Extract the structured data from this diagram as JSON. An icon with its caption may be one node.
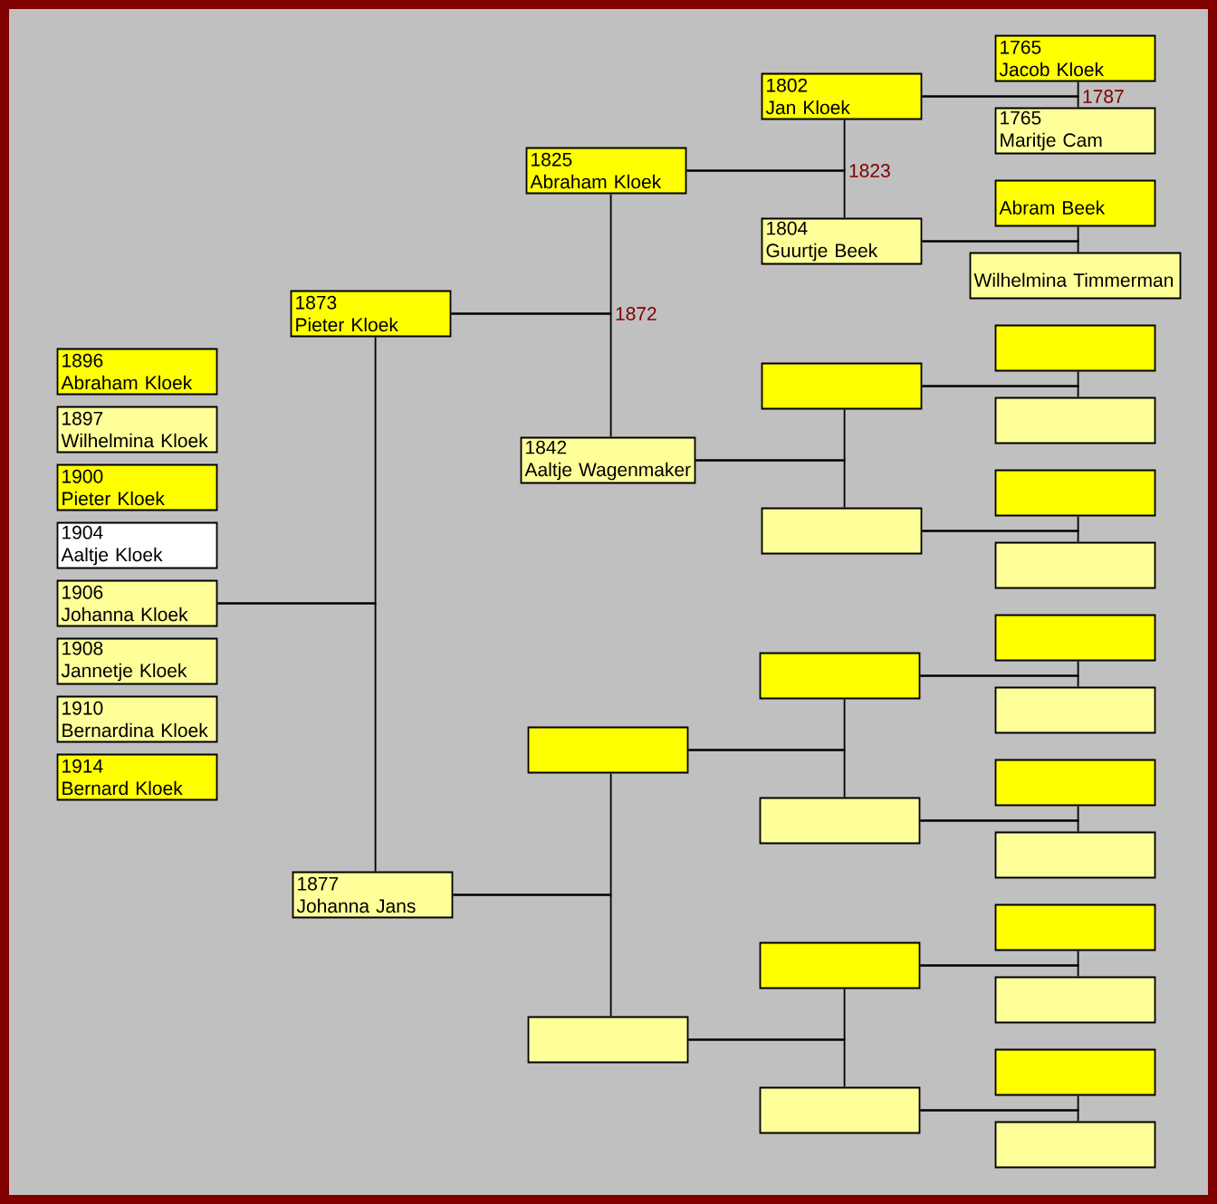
{
  "diagram": {
    "nodes": [
      {
        "text": [
          "1896",
          "Abraham Kloek"
        ]
      },
      {
        "text": [
          "1897",
          "Wilhelmina Kloek"
        ]
      },
      {
        "text": [
          "1900",
          "Pieter Kloek"
        ]
      },
      {
        "text": [
          "1904",
          "Aaltje Kloek"
        ]
      },
      {
        "text": [
          "1906",
          "Johanna Kloek"
        ]
      },
      {
        "text": [
          "1908",
          "Jannetje Kloek"
        ]
      },
      {
        "text": [
          "1910",
          "Bernardina Kloek"
        ]
      },
      {
        "text": [
          "1914",
          "Bernard Kloek"
        ]
      },
      {
        "text": [
          "1873",
          "Pieter Kloek"
        ]
      },
      {
        "text": [
          "1877",
          "Johanna Jans"
        ]
      },
      {
        "text": [
          "1825",
          "Abraham Kloek"
        ]
      },
      {
        "text": [
          "1842",
          "Aaltje Wagenmaker"
        ]
      },
      {
        "text": [],
        "shape": "box"
      },
      {
        "text": [],
        "shape": "box"
      },
      {
        "text": [
          "1802",
          "Jan Kloek"
        ]
      },
      {
        "text": [
          "1804",
          "Guurtje Beek"
        ]
      },
      {
        "text": [],
        "shape": "box"
      },
      {
        "text": [],
        "shape": "box"
      },
      {
        "text": [],
        "shape": "box"
      },
      {
        "text": [],
        "shape": "box"
      },
      {
        "text": [],
        "shape": "box"
      },
      {
        "text": [],
        "shape": "box"
      },
      {
        "text": [
          "1765",
          "Jacob Kloek"
        ]
      },
      {
        "text": [
          "1765",
          "Maritje Cam"
        ]
      },
      {
        "text": [
          "Abram Beek"
        ]
      },
      {
        "text": [
          "Wilhelmina Timmerman"
        ]
      },
      {
        "text": [],
        "shape": "box"
      },
      {
        "text": [],
        "shape": "box"
      },
      {
        "text": [],
        "shape": "box"
      },
      {
        "text": [],
        "shape": "box"
      },
      {
        "text": [],
        "shape": "box"
      },
      {
        "text": [],
        "shape": "box"
      },
      {
        "text": [],
        "shape": "box"
      },
      {
        "text": [],
        "shape": "box"
      },
      {
        "text": [],
        "shape": "box"
      },
      {
        "text": [],
        "shape": "box"
      },
      {
        "text": [],
        "shape": "box"
      },
      {
        "text": [],
        "shape": "box"
      }
    ],
    "edges": [
      {
        "from": 4,
        "to": 8,
        "arrow": "none"
      },
      {
        "from": 4,
        "to": 9,
        "arrow": "none"
      },
      {
        "from": 8,
        "to": 10,
        "arrow": "none",
        "label": "1872"
      },
      {
        "from": 8,
        "to": 11,
        "arrow": "none"
      },
      {
        "from": 9,
        "to": 12,
        "arrow": "none"
      },
      {
        "from": 9,
        "to": 13,
        "arrow": "none"
      },
      {
        "from": 10,
        "to": 14,
        "arrow": "none",
        "label": "1823"
      },
      {
        "from": 10,
        "to": 15,
        "arrow": "none"
      },
      {
        "from": 11,
        "to": 16,
        "arrow": "none"
      },
      {
        "from": 11,
        "to": 17,
        "arrow": "none"
      },
      {
        "from": 12,
        "to": 18,
        "arrow": "none"
      },
      {
        "from": 12,
        "to": 19,
        "arrow": "none"
      },
      {
        "from": 13,
        "to": 20,
        "arrow": "none"
      },
      {
        "from": 13,
        "to": 21,
        "arrow": "none"
      },
      {
        "from": 14,
        "to": 22,
        "arrow": "none",
        "label": "1787"
      },
      {
        "from": 14,
        "to": 23,
        "arrow": "none"
      },
      {
        "from": 15,
        "to": 24,
        "arrow": "none"
      },
      {
        "from": 15,
        "to": 25,
        "arrow": "none"
      },
      {
        "from": 16,
        "to": 26,
        "arrow": "none"
      },
      {
        "from": 16,
        "to": 27,
        "arrow": "none"
      },
      {
        "from": 17,
        "to": 28,
        "arrow": "none"
      },
      {
        "from": 17,
        "to": 29,
        "arrow": "none"
      },
      {
        "from": 18,
        "to": 30,
        "arrow": "none"
      },
      {
        "from": 18,
        "to": 31,
        "arrow": "none"
      },
      {
        "from": 19,
        "to": 32,
        "arrow": "none"
      },
      {
        "from": 19,
        "to": 33,
        "arrow": "none"
      },
      {
        "from": 20,
        "to": 34,
        "arrow": "none"
      },
      {
        "from": 20,
        "to": 35,
        "arrow": "none"
      },
      {
        "from": 21,
        "to": 36,
        "arrow": "none"
      },
      {
        "from": 21,
        "to": 37,
        "arrow": "none"
      }
    ]
  }
}
